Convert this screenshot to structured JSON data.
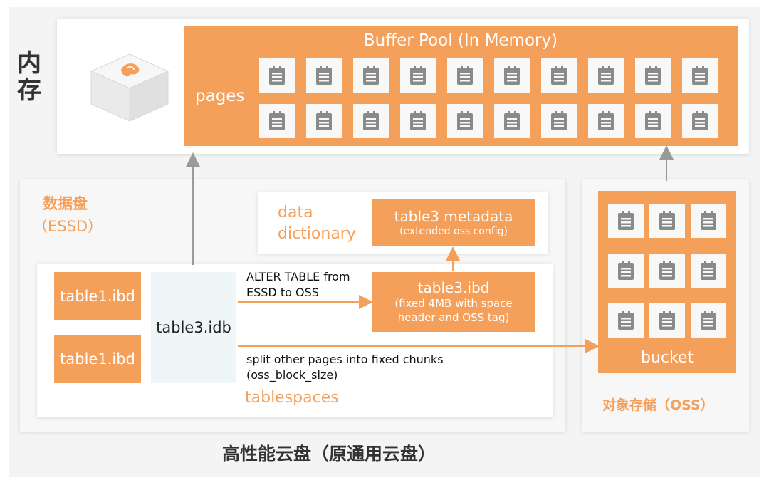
{
  "memory": {
    "title_line1": "内",
    "title_line2": "存",
    "buffer_pool_title": "Buffer Pool (In Memory)",
    "pages_label": "pages"
  },
  "disk": {
    "title": "数据盘",
    "subtitle": "（ESSD）",
    "footer": "高性能云盘（原通用云盘）"
  },
  "dictionary": {
    "label_line1": "data",
    "label_line2": "dictionary",
    "metadata_title": "table3 metadata",
    "metadata_sub": "(extended oss config)"
  },
  "tablespaces": {
    "label": "tablespaces",
    "file1": "table1.ibd",
    "file2": "table1.ibd",
    "file3": "table3.idb",
    "ibd_title": "table3.ibd",
    "ibd_sub1": "(fixed 4MB with space",
    "ibd_sub2": "header and OSS tag)"
  },
  "arrows": {
    "alter_line1": "ALTER TABLE from",
    "alter_line2": "ESSD to OSS",
    "split_line1": "split other pages into fixed chunks",
    "split_line2": "(oss_block_size)"
  },
  "oss": {
    "bucket_label": "bucket",
    "title": "对象存储（OSS）"
  },
  "colors": {
    "accent": "#f5a05a",
    "arrow_gray": "#9a9a9a",
    "icon_gray": "#8a8a8a"
  },
  "icons": [
    "page-icon",
    "database-cube-icon"
  ]
}
